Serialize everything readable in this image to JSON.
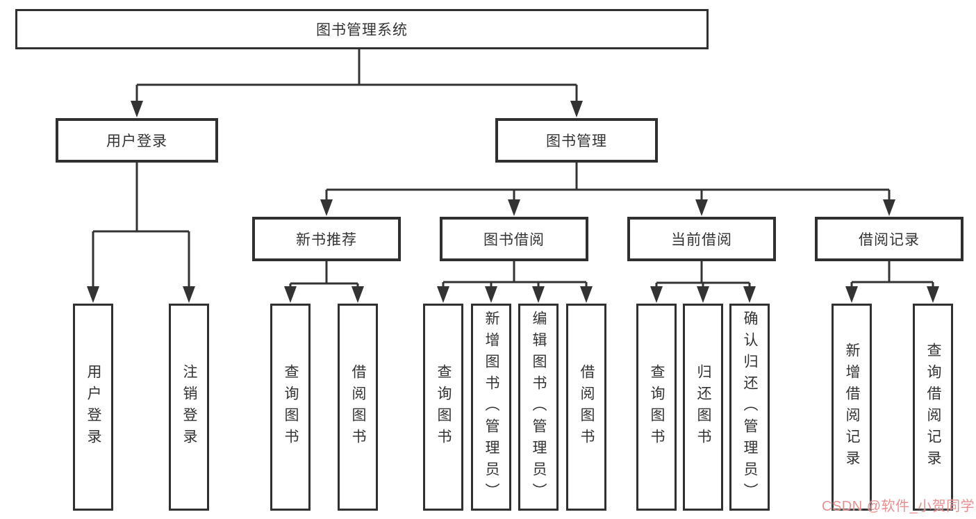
{
  "colors": {
    "line": "#333333",
    "box_border": "#303030",
    "box_background": "#ffffff",
    "text": "#333333",
    "watermark": "#e89090"
  },
  "watermark": {
    "text": "CSDN @软件_小贺同学"
  },
  "tree": {
    "root": {
      "label": "图书管理系统",
      "children": [
        {
          "label": "用户登录",
          "children": [
            {
              "label": "用户登录"
            },
            {
              "label": "注销登录"
            }
          ]
        },
        {
          "label": "图书管理",
          "children": [
            {
              "label": "新书推荐",
              "children": [
                {
                  "label": "查询图书"
                },
                {
                  "label": "借阅图书"
                }
              ]
            },
            {
              "label": "图书借阅",
              "children": [
                {
                  "label": "查询图书"
                },
                {
                  "label": "新增图书（管理员）"
                },
                {
                  "label": "编辑图书（管理员）"
                },
                {
                  "label": "借阅图书"
                }
              ]
            },
            {
              "label": "当前借阅",
              "children": [
                {
                  "label": "查询图书"
                },
                {
                  "label": "归还图书"
                },
                {
                  "label": "确认归还（管理员）"
                }
              ]
            },
            {
              "label": "借阅记录",
              "children": [
                {
                  "label": "新增借阅记录"
                },
                {
                  "label": "查询借阅记录"
                }
              ]
            }
          ]
        }
      ]
    }
  }
}
